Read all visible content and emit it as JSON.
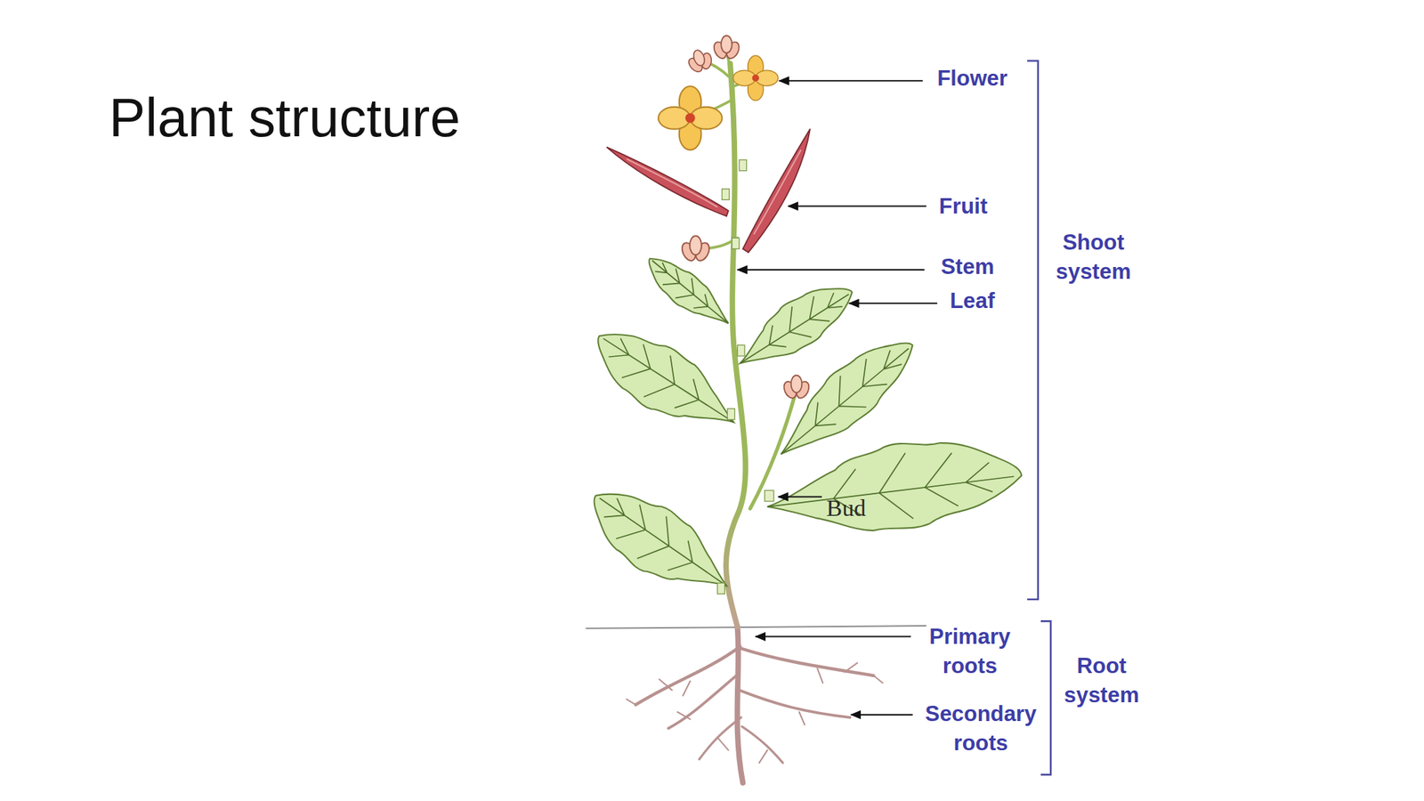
{
  "diagram": {
    "title": "Plant structure",
    "labels": [
      "Flower",
      "Fruit",
      "Shoot system",
      "Stem",
      "Leaf",
      "Bud",
      "Primary roots",
      "Root system",
      "Secondary roots"
    ]
  }
}
